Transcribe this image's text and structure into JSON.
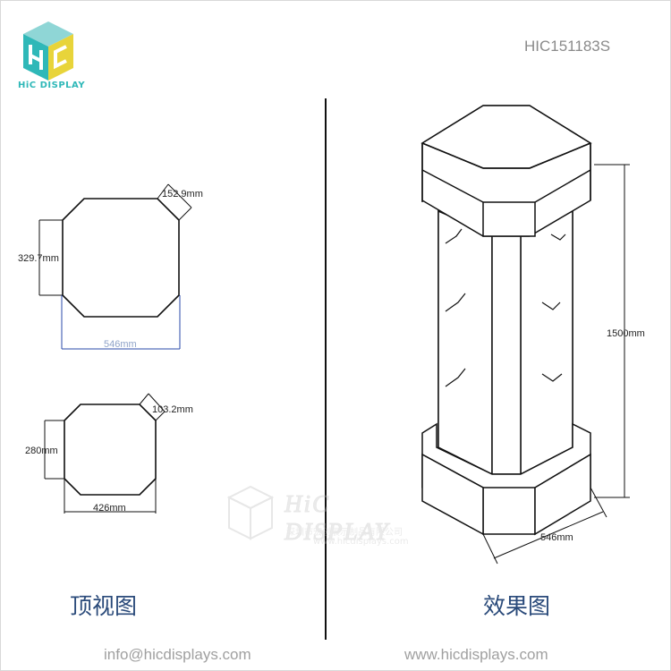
{
  "brand": {
    "logo_text": "HiC DISPLAY",
    "logo_colors": [
      "#e8d43a",
      "#2fb8b8",
      "#3ac2d0"
    ]
  },
  "product_code": "HIC151183S",
  "top_view": {
    "upper": {
      "edge_label": "152.9mm",
      "height_label": "329.7mm",
      "width_label": "546mm"
    },
    "lower": {
      "edge_label": "103.2mm",
      "height_label": "280mm",
      "width_label": "426mm"
    },
    "caption": "顶视图"
  },
  "render_view": {
    "height_label": "1500mm",
    "width_label": "546mm",
    "caption": "效果图"
  },
  "watermark": {
    "title": "HiC DISPLAY",
    "subtitle": "深圳市宏创展示制品有限公司",
    "url": "www.hicdisplays.com"
  },
  "footer": {
    "email": "info@hicdisplays.com",
    "website": "www.hicdisplays.com"
  }
}
